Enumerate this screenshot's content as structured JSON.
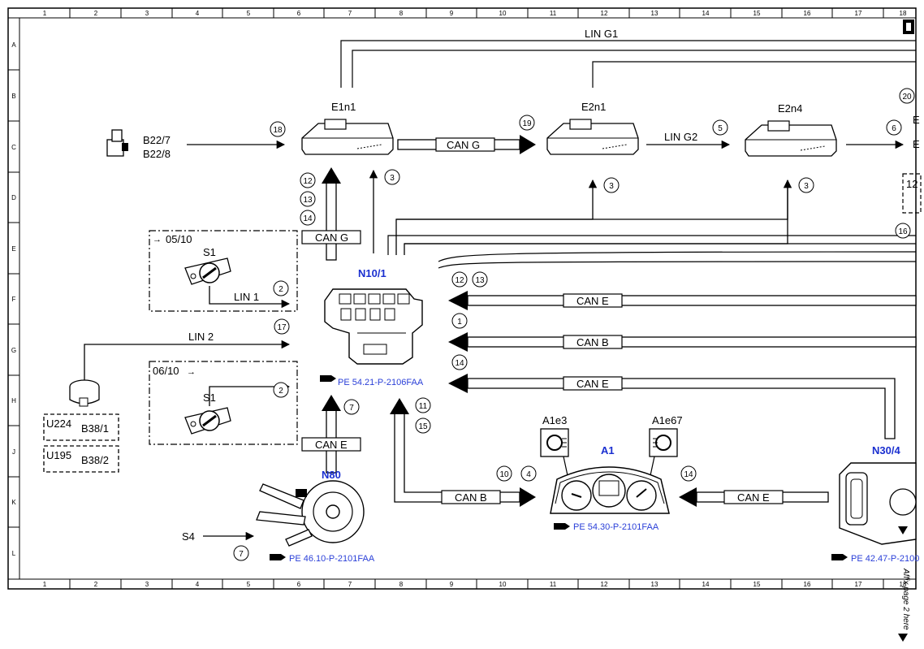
{
  "grid": {
    "columns": [
      "1",
      "2",
      "3",
      "4",
      "5",
      "6",
      "7",
      "8",
      "9",
      "10",
      "11",
      "12",
      "13",
      "14",
      "15",
      "16",
      "17",
      "18"
    ],
    "rows": [
      "A",
      "B",
      "C",
      "D",
      "E",
      "F",
      "G",
      "H",
      "J",
      "K",
      "L"
    ]
  },
  "components": {
    "e1n1": "E1n1",
    "e2n1": "E2n1",
    "e2n4": "E2n4",
    "n10_1": "N10/1",
    "n80": "N80",
    "a1": "A1",
    "n30_4": "N30/4",
    "a1e3": "A1e3",
    "a1e67": "A1e67",
    "b22_7": "B22/7",
    "b22_8": "B22/8",
    "s1_top": "S1",
    "s1_bottom": "S1",
    "s4": "S4",
    "u224": "U224",
    "b38_1": "B38/1",
    "u195": "U195",
    "b38_2": "B38/2",
    "ref_0510": "05/10",
    "ref_0610": "06/10"
  },
  "buses": {
    "lin_g1": "LIN G1",
    "lin_g2": "LIN G2",
    "lin_1": "LIN 1",
    "lin_2": "LIN 2",
    "can_g_top": "CAN G",
    "can_g_mid": "CAN G",
    "can_e_n80": "CAN E",
    "can_e_1": "CAN E",
    "can_b_1": "CAN B",
    "can_e_2": "CAN E",
    "can_b_a1": "CAN B",
    "can_e_a1": "CAN E"
  },
  "references": {
    "n10_1": "PE 54.21-P-2106FAA",
    "n80": "PE 46.10-P-2101FAA",
    "a1": "PE 54.30-P-2101FAA",
    "n30_4": "PE 42.47-P-2100"
  },
  "callouts": [
    "18",
    "19",
    "5",
    "6",
    "20",
    "3",
    "3",
    "3",
    "12",
    "13",
    "14",
    "16",
    "12",
    "13",
    "1",
    "14",
    "2",
    "17",
    "2",
    "7",
    "11",
    "15",
    "10",
    "4",
    "14",
    "7"
  ],
  "side_note": "Affix page 2 here",
  "icons": [
    "connector-icon",
    "control-unit-icon",
    "switch-icon",
    "sensor-icon",
    "module-icon",
    "steering-column-switch-icon",
    "instrument-cluster-icon",
    "lamp-icon",
    "reference-hand-icon"
  ]
}
